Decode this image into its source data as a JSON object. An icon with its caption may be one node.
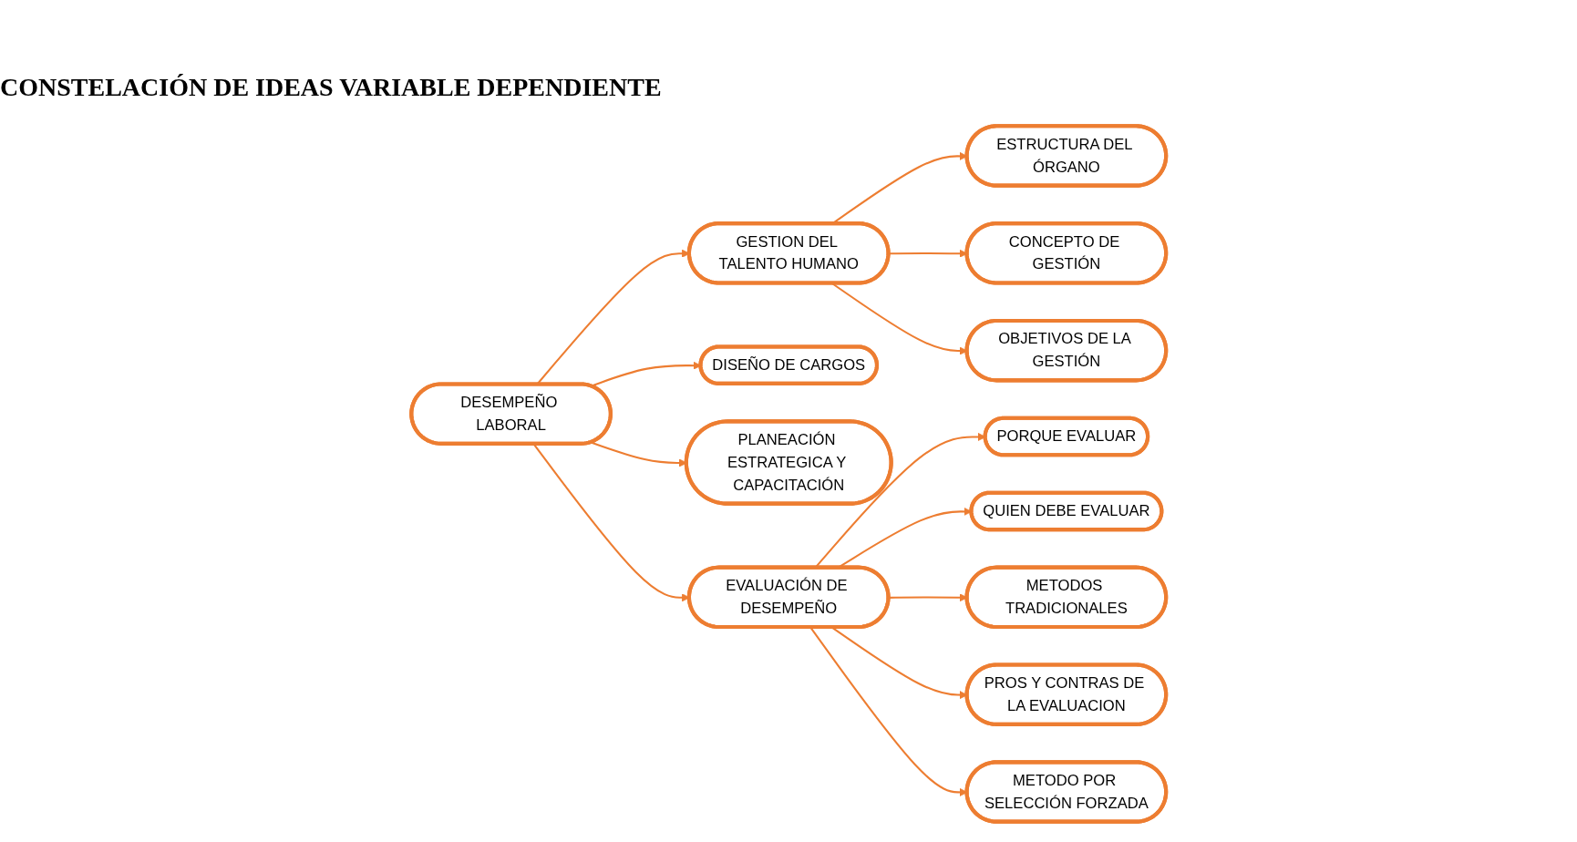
{
  "diagram": {
    "title": "CONSTELACIÓN DE IDEAS VARIABLE DEPENDIENTE",
    "nodes": [
      {
        "text": [
          "DESEMPEÑO LABORAL"
        ]
      },
      {
        "text": [
          "GESTION DEL TALENTO HUMANO"
        ]
      },
      {
        "text": [
          "ESTRUCTURA DEL ÓRGANO"
        ]
      },
      {
        "text": [
          "CONCEPTO DE GESTIÓN"
        ]
      },
      {
        "text": [
          "OBJETIVOS DE LA GESTIÓN"
        ]
      },
      {
        "text": [
          "DISEÑO DE CARGOS"
        ]
      },
      {
        "text": [
          "PLANEACIÓN ESTRATEGICA Y CAPACITACIÓN"
        ]
      },
      {
        "text": [
          "EVALUACIÓN DE DESEMPEÑO"
        ]
      },
      {
        "text": [
          "PORQUE EVALUAR"
        ]
      },
      {
        "text": [
          "QUIEN DEBE EVALUAR"
        ]
      },
      {
        "text": [
          "METODOS TRADICIONALES"
        ]
      },
      {
        "text": [
          "PROS Y CONTRAS DE LA EVALUACION"
        ]
      },
      {
        "text": [
          "METODO POR SELECCIÓN FORZADA"
        ]
      }
    ],
    "edges": [
      {
        "from": 0,
        "to": 1,
        "arrow": "to"
      },
      {
        "from": 1,
        "to": 2,
        "arrow": "to"
      },
      {
        "from": 1,
        "to": 3,
        "arrow": "to"
      },
      {
        "from": 1,
        "to": 4,
        "arrow": "to"
      },
      {
        "from": 0,
        "to": 5,
        "arrow": "to"
      },
      {
        "from": 0,
        "to": 6,
        "arrow": "to"
      },
      {
        "from": 0,
        "to": 7,
        "arrow": "to"
      },
      {
        "from": 7,
        "to": 8,
        "arrow": "to"
      },
      {
        "from": 7,
        "to": 9,
        "arrow": "to"
      },
      {
        "from": 7,
        "to": 10,
        "arrow": "to"
      },
      {
        "from": 7,
        "to": 11,
        "arrow": "to"
      },
      {
        "from": 7,
        "to": 12,
        "arrow": "to"
      }
    ]
  }
}
